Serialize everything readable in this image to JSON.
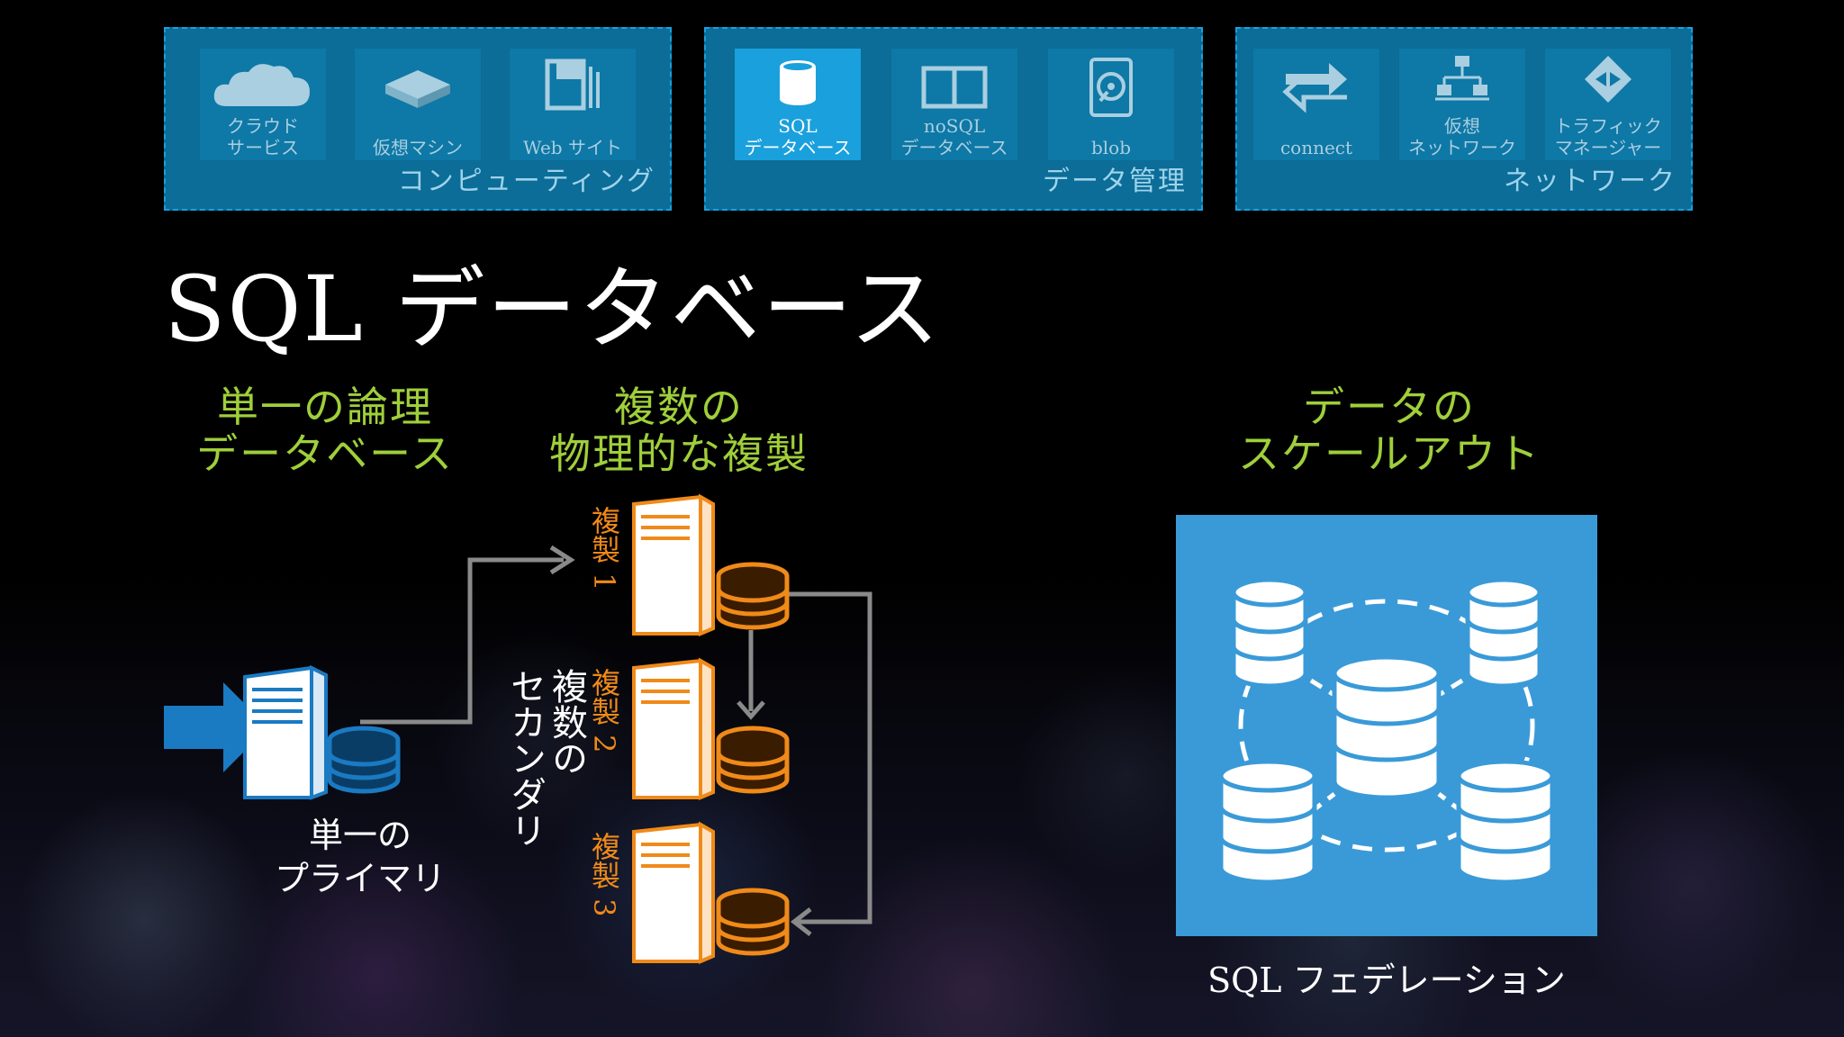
{
  "nav": {
    "panels": [
      {
        "title": "コンピューティング",
        "tiles": [
          {
            "label": "クラウド\nサービス",
            "icon": "cloud-icon",
            "active": false
          },
          {
            "label": "仮想マシン",
            "icon": "virtual-machine-icon",
            "active": false
          },
          {
            "label": "Web サイト",
            "icon": "website-icon",
            "active": false
          }
        ]
      },
      {
        "title": "データ管理",
        "tiles": [
          {
            "label": "SQL\nデータベース",
            "icon": "sql-database-icon",
            "active": true
          },
          {
            "label": "noSQL\nデータベース",
            "icon": "nosql-table-icon",
            "active": false
          },
          {
            "label": "blob",
            "icon": "blob-disk-icon",
            "active": false
          }
        ]
      },
      {
        "title": "ネットワーク",
        "tiles": [
          {
            "label": "connect",
            "icon": "connect-arrows-icon",
            "active": false
          },
          {
            "label": "仮想\nネットワーク",
            "icon": "virtual-network-icon",
            "active": false
          },
          {
            "label": "トラフィック\nマネージャー",
            "icon": "traffic-manager-icon",
            "active": false
          }
        ]
      }
    ]
  },
  "slide": {
    "title": "SQL データベース",
    "heading_logical": "単一の論理\nデータベース",
    "heading_replicas": "複数の\n物理的な複製",
    "heading_scaleout": "データの\nスケールアウト",
    "primary_label": "単一の\nプライマリ",
    "secondary_label": "複数の\nセカンダリ",
    "replica_1": "複製 1",
    "replica_2": "複製 2",
    "replica_3": "複製 3",
    "federation_label": "SQL フェデレーション"
  },
  "colors": {
    "accent_blue": "#1aa0dd",
    "heading_green": "#9fcf3a",
    "replica_orange": "#f08a18",
    "primary_blue": "#1a7ac2",
    "federation_bg": "#3a9ad8"
  }
}
